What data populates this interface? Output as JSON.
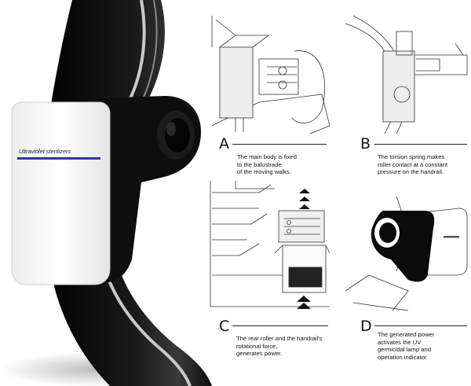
{
  "device": {
    "label": "Ultraviolet sterilizers",
    "accent_color": "#2b3a8f",
    "body_color": "#f6f6f6",
    "handrail_color": "#111111"
  },
  "panels": [
    {
      "letter": "A",
      "caption": "The main body is fixed\nto the balustrade\nof the moving walks."
    },
    {
      "letter": "B",
      "caption": "The torsion spring makes\nroller contact at a constant\npressure on the handrail."
    },
    {
      "letter": "C",
      "caption": "The rear roller and the handrail's\nrotational force,\ngenerates power."
    },
    {
      "letter": "D",
      "caption": "The generated power\nactivates the UV\ngermicidal lamp and\noperation indicator."
    }
  ]
}
